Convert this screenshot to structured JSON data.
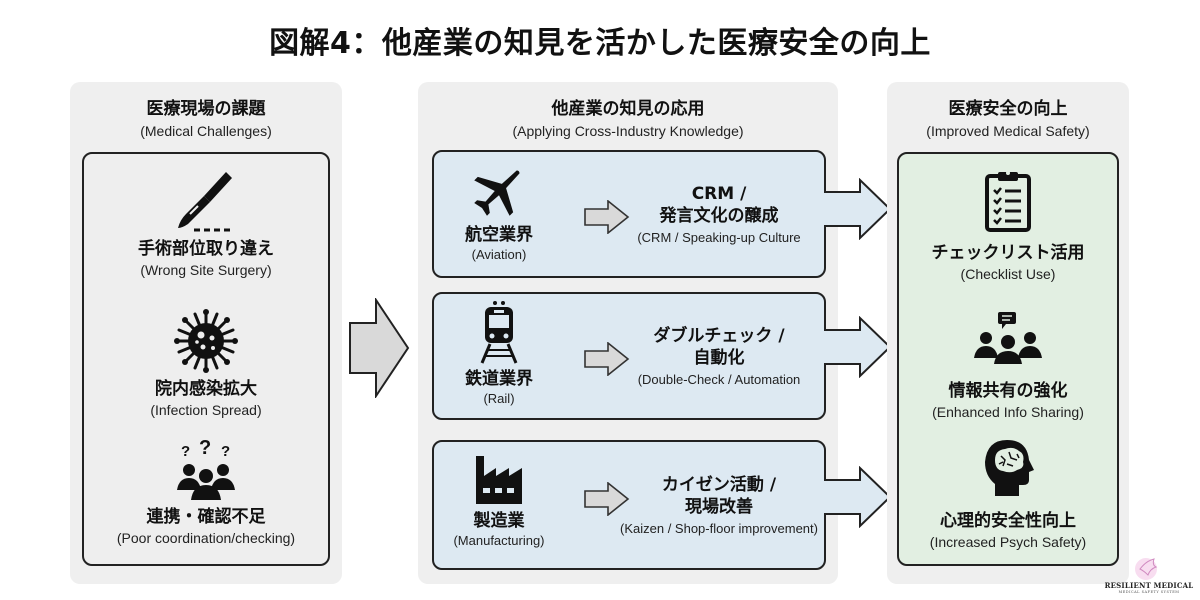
{
  "title": "図解4：他産業の知見を活かした医療安全の向上",
  "left_panel": {
    "heading_jp": "医療現場の課題",
    "heading_en": "(Medical Challenges)",
    "items": [
      {
        "icon": "scalpel-icon",
        "jp": "手術部位取り違え",
        "en": "(Wrong Site Surgery)"
      },
      {
        "icon": "virus-icon",
        "jp": "院内感染拡大",
        "en": "(Infection Spread)"
      },
      {
        "icon": "confused-group-icon",
        "jp": "連携・確認不足",
        "en": "(Poor coordination/checking)"
      }
    ]
  },
  "middle_panel": {
    "heading_jp": "他産業の知見の応用",
    "heading_en": "(Applying Cross-Industry Knowledge)",
    "industries": [
      {
        "icon": "airplane-icon",
        "name_jp": "航空業界",
        "name_en": "(Aviation)",
        "practice_jp_1": "CRM /",
        "practice_jp_2": "発言文化の醸成",
        "practice_en": "(CRM / Speaking-up Culture"
      },
      {
        "icon": "train-icon",
        "name_jp": "鉄道業界",
        "name_en": "(Rail)",
        "practice_jp_1": "ダブルチェック /",
        "practice_jp_2": "自動化",
        "practice_en": "(Double-Check / Automation"
      },
      {
        "icon": "factory-icon",
        "name_jp": "製造業",
        "name_en": "(Manufacturing)",
        "practice_jp_1": "カイゼン活動 /",
        "practice_jp_2": "現場改善",
        "practice_en": "(Kaizen / Shop-floor improvement)"
      }
    ]
  },
  "right_panel": {
    "heading_jp": "医療安全の向上",
    "heading_en": "(Improved Medical Safety)",
    "items": [
      {
        "icon": "checklist-icon",
        "jp": "チェックリスト活用",
        "en": "(Checklist Use)"
      },
      {
        "icon": "team-chat-icon",
        "jp": "情報共有の強化",
        "en": "(Enhanced Info Sharing)"
      },
      {
        "icon": "brain-head-icon",
        "jp": "心理的安全性向上",
        "en": "(Increased Psych Safety)"
      }
    ]
  },
  "logo": {
    "brand": "RESILIENT MEDICAL",
    "sub": "MEDICAL SAFETY SYSTEM"
  },
  "colors": {
    "panel_bg": "#efefef",
    "industry_box_bg": "#dde9f2",
    "safety_box_bg": "#e2efe2",
    "arrow_fill": "#d9d9d9",
    "ink": "#111111"
  }
}
